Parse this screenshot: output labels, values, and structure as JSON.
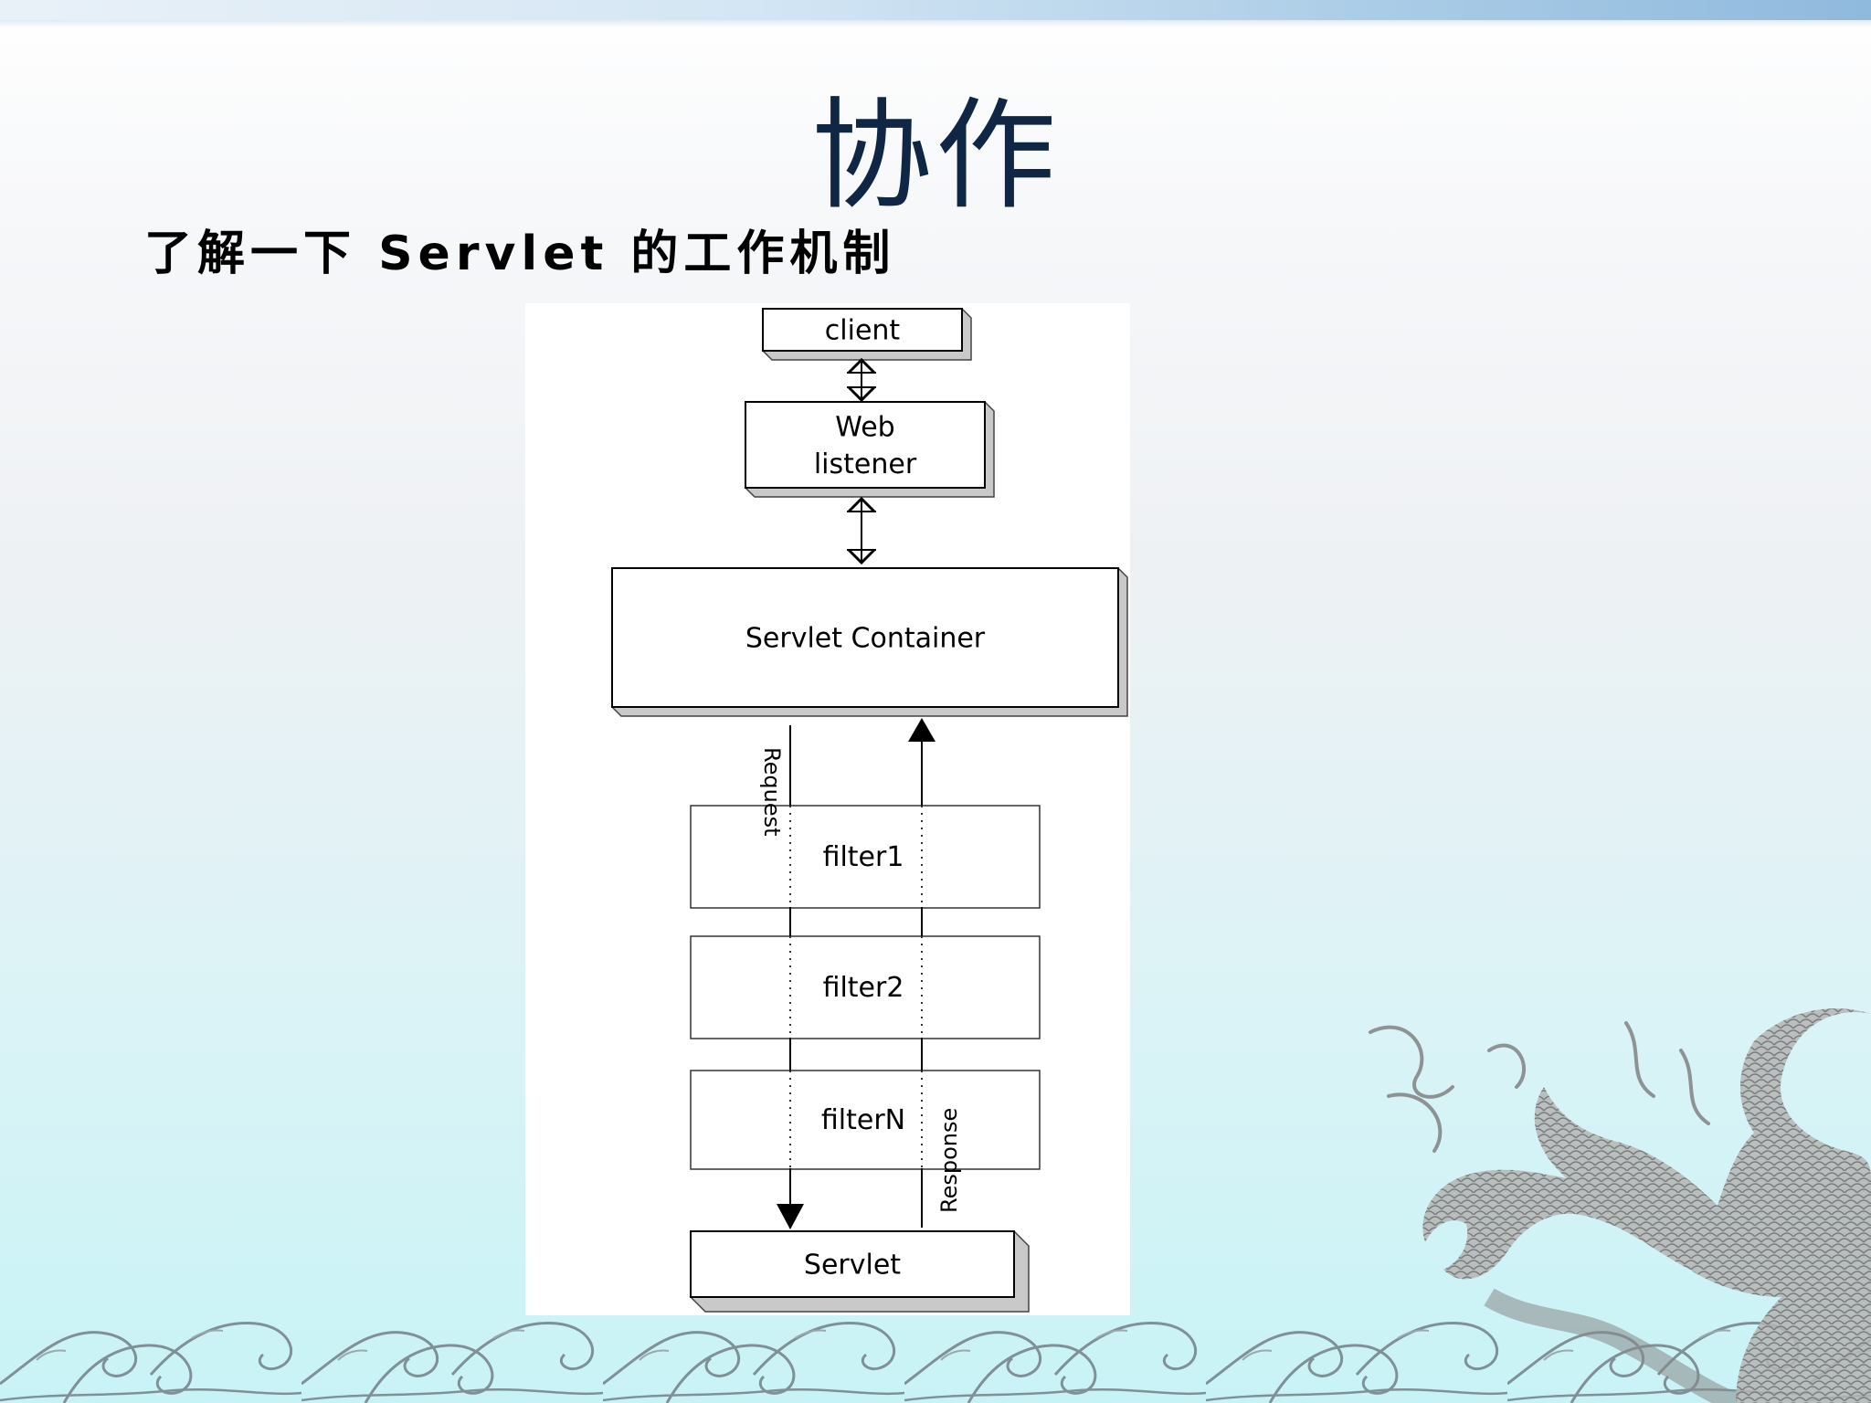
{
  "slide": {
    "title": "协作",
    "subtitle": "了解一下 Servlet 的工作机制"
  },
  "diagram": {
    "nodes": {
      "client": "client",
      "web_listener_line1": "Web",
      "web_listener_line2": "listener",
      "servlet_container": "Servlet Container",
      "filter1": "filter1",
      "filter2": "filter2",
      "filterN": "filterN",
      "servlet": "Servlet"
    },
    "edges": {
      "request": "Request",
      "response": "Response"
    }
  },
  "decorations": {
    "wave_icon": "wave-border-icon",
    "dragon_icon": "dragon-icon"
  }
}
